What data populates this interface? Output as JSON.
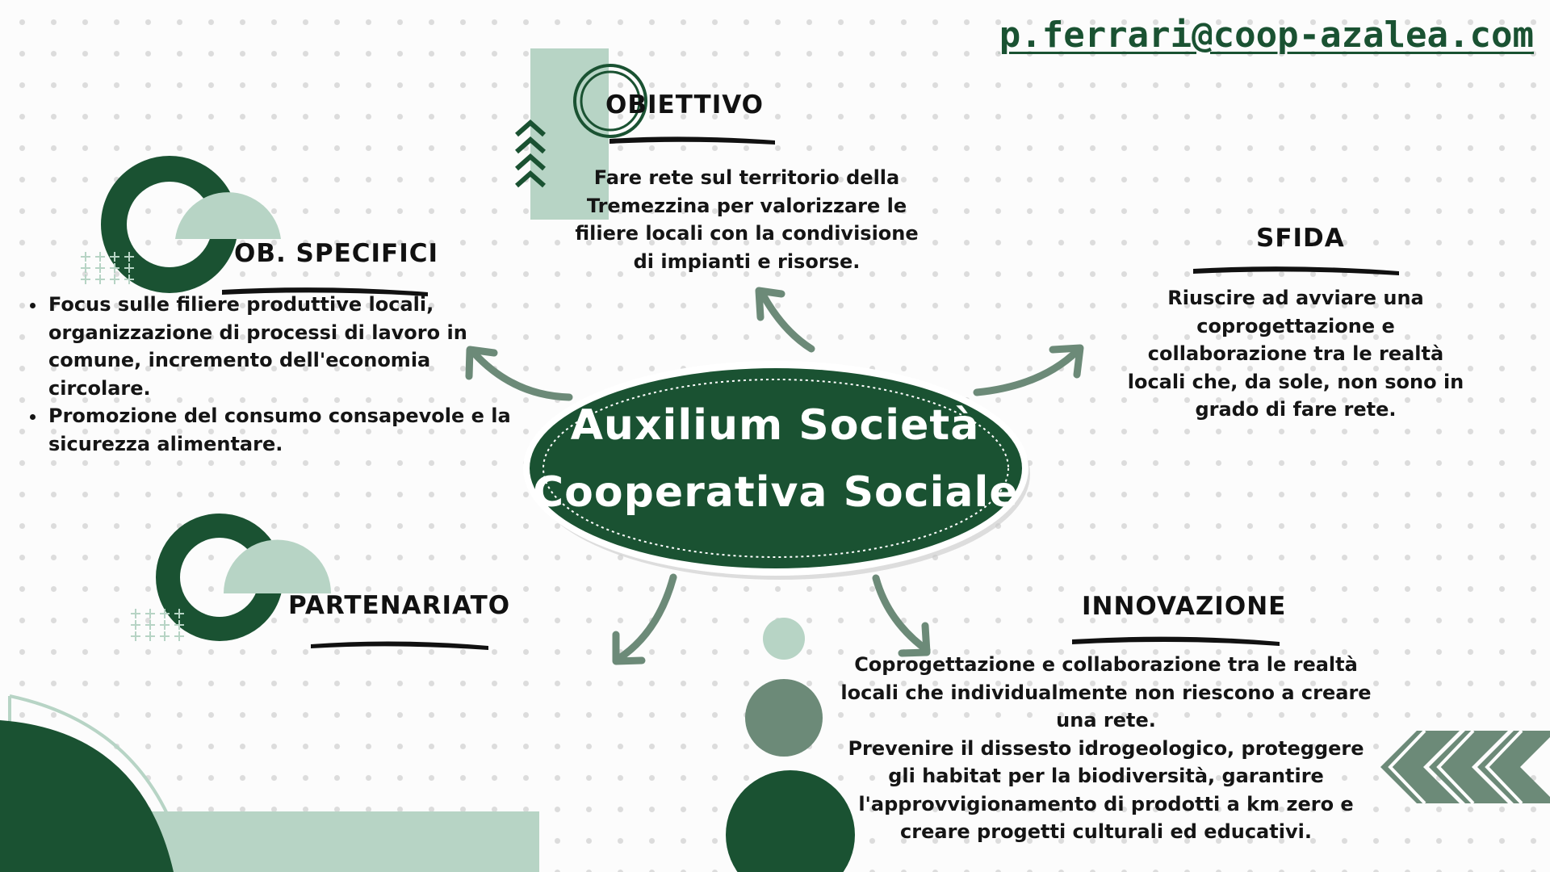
{
  "email": "p.ferrari@coop-azalea.com",
  "center": {
    "line1": "Auxilium Società",
    "line2": "Cooperativa Sociale"
  },
  "obiettivo": {
    "title": "OBIETTIVO",
    "lines": [
      "Fare rete sul territorio della",
      "Tremezzina per valorizzare le",
      "filiere locali con la condivisione",
      "di impianti e risorse."
    ]
  },
  "ob_specifici": {
    "title": "OB. SPECIFICI",
    "bullets": [
      {
        "lines": [
          "Focus sulle filiere produttive locali,",
          "organizzazione di processi di lavoro in",
          "comune, incremento dell'economia",
          "circolare."
        ]
      },
      {
        "lines": [
          "Promozione del consumo consapevole e la",
          "sicurezza alimentare."
        ]
      }
    ]
  },
  "sfida": {
    "title": "SFIDA",
    "lines": [
      "Riuscire ad avviare una",
      "coprogettazione e",
      "collaborazione tra le realtà",
      "locali che, da sole, non sono in",
      "grado di fare rete."
    ]
  },
  "partenariato": {
    "title": "PARTENARIATO"
  },
  "innovazione": {
    "title": "INNOVAZIONE",
    "lines": [
      "Coprogettazione e collaborazione tra le realtà",
      "locali che individualmente non riescono a creare",
      "una rete.",
      "Prevenire il dissesto idrogeologico, proteggere",
      "gli habitat per la biodiversità, garantire",
      "l'approvvigionamento di prodotti a km zero e",
      "creare progetti culturali ed educativi."
    ]
  },
  "colors": {
    "dark_green": "#1a5232",
    "mid_green": "#6c8a78",
    "light_green": "#b7d4c5",
    "text": "#151515",
    "white": "#ffffff"
  },
  "icons": {
    "arrows": "curved-arrow-icon",
    "chevrons": "chevron-up-icon",
    "left_chevrons": "chevron-left-icon"
  }
}
